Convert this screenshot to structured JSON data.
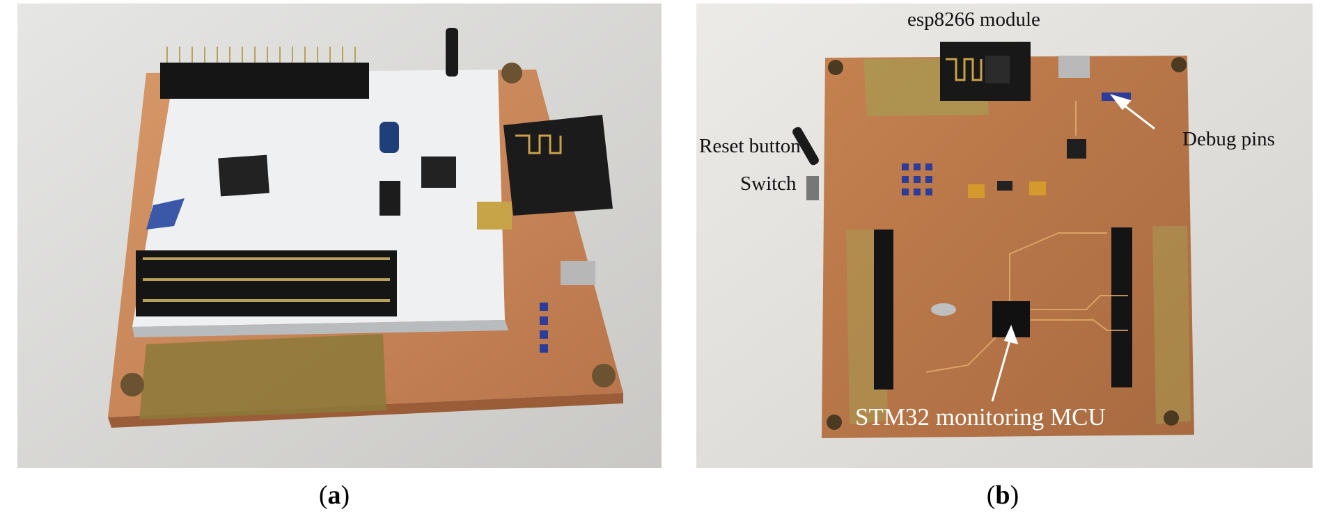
{
  "figure": {
    "panels": [
      {
        "id": "a",
        "caption": "a"
      },
      {
        "id": "b",
        "caption": "b"
      }
    ],
    "annotations_b": {
      "esp_module": "esp8266 module",
      "reset_button": "Reset button",
      "switch": "Switch",
      "debug_pins": "Debug pins",
      "mcu": "STM32 monitoring MCU"
    },
    "colors": {
      "pcb_copper": "#c9865a",
      "board_white": "#e9ecef",
      "header_black": "#151515",
      "gold": "#b8a15a",
      "annotation_white": "#ffffff"
    }
  }
}
